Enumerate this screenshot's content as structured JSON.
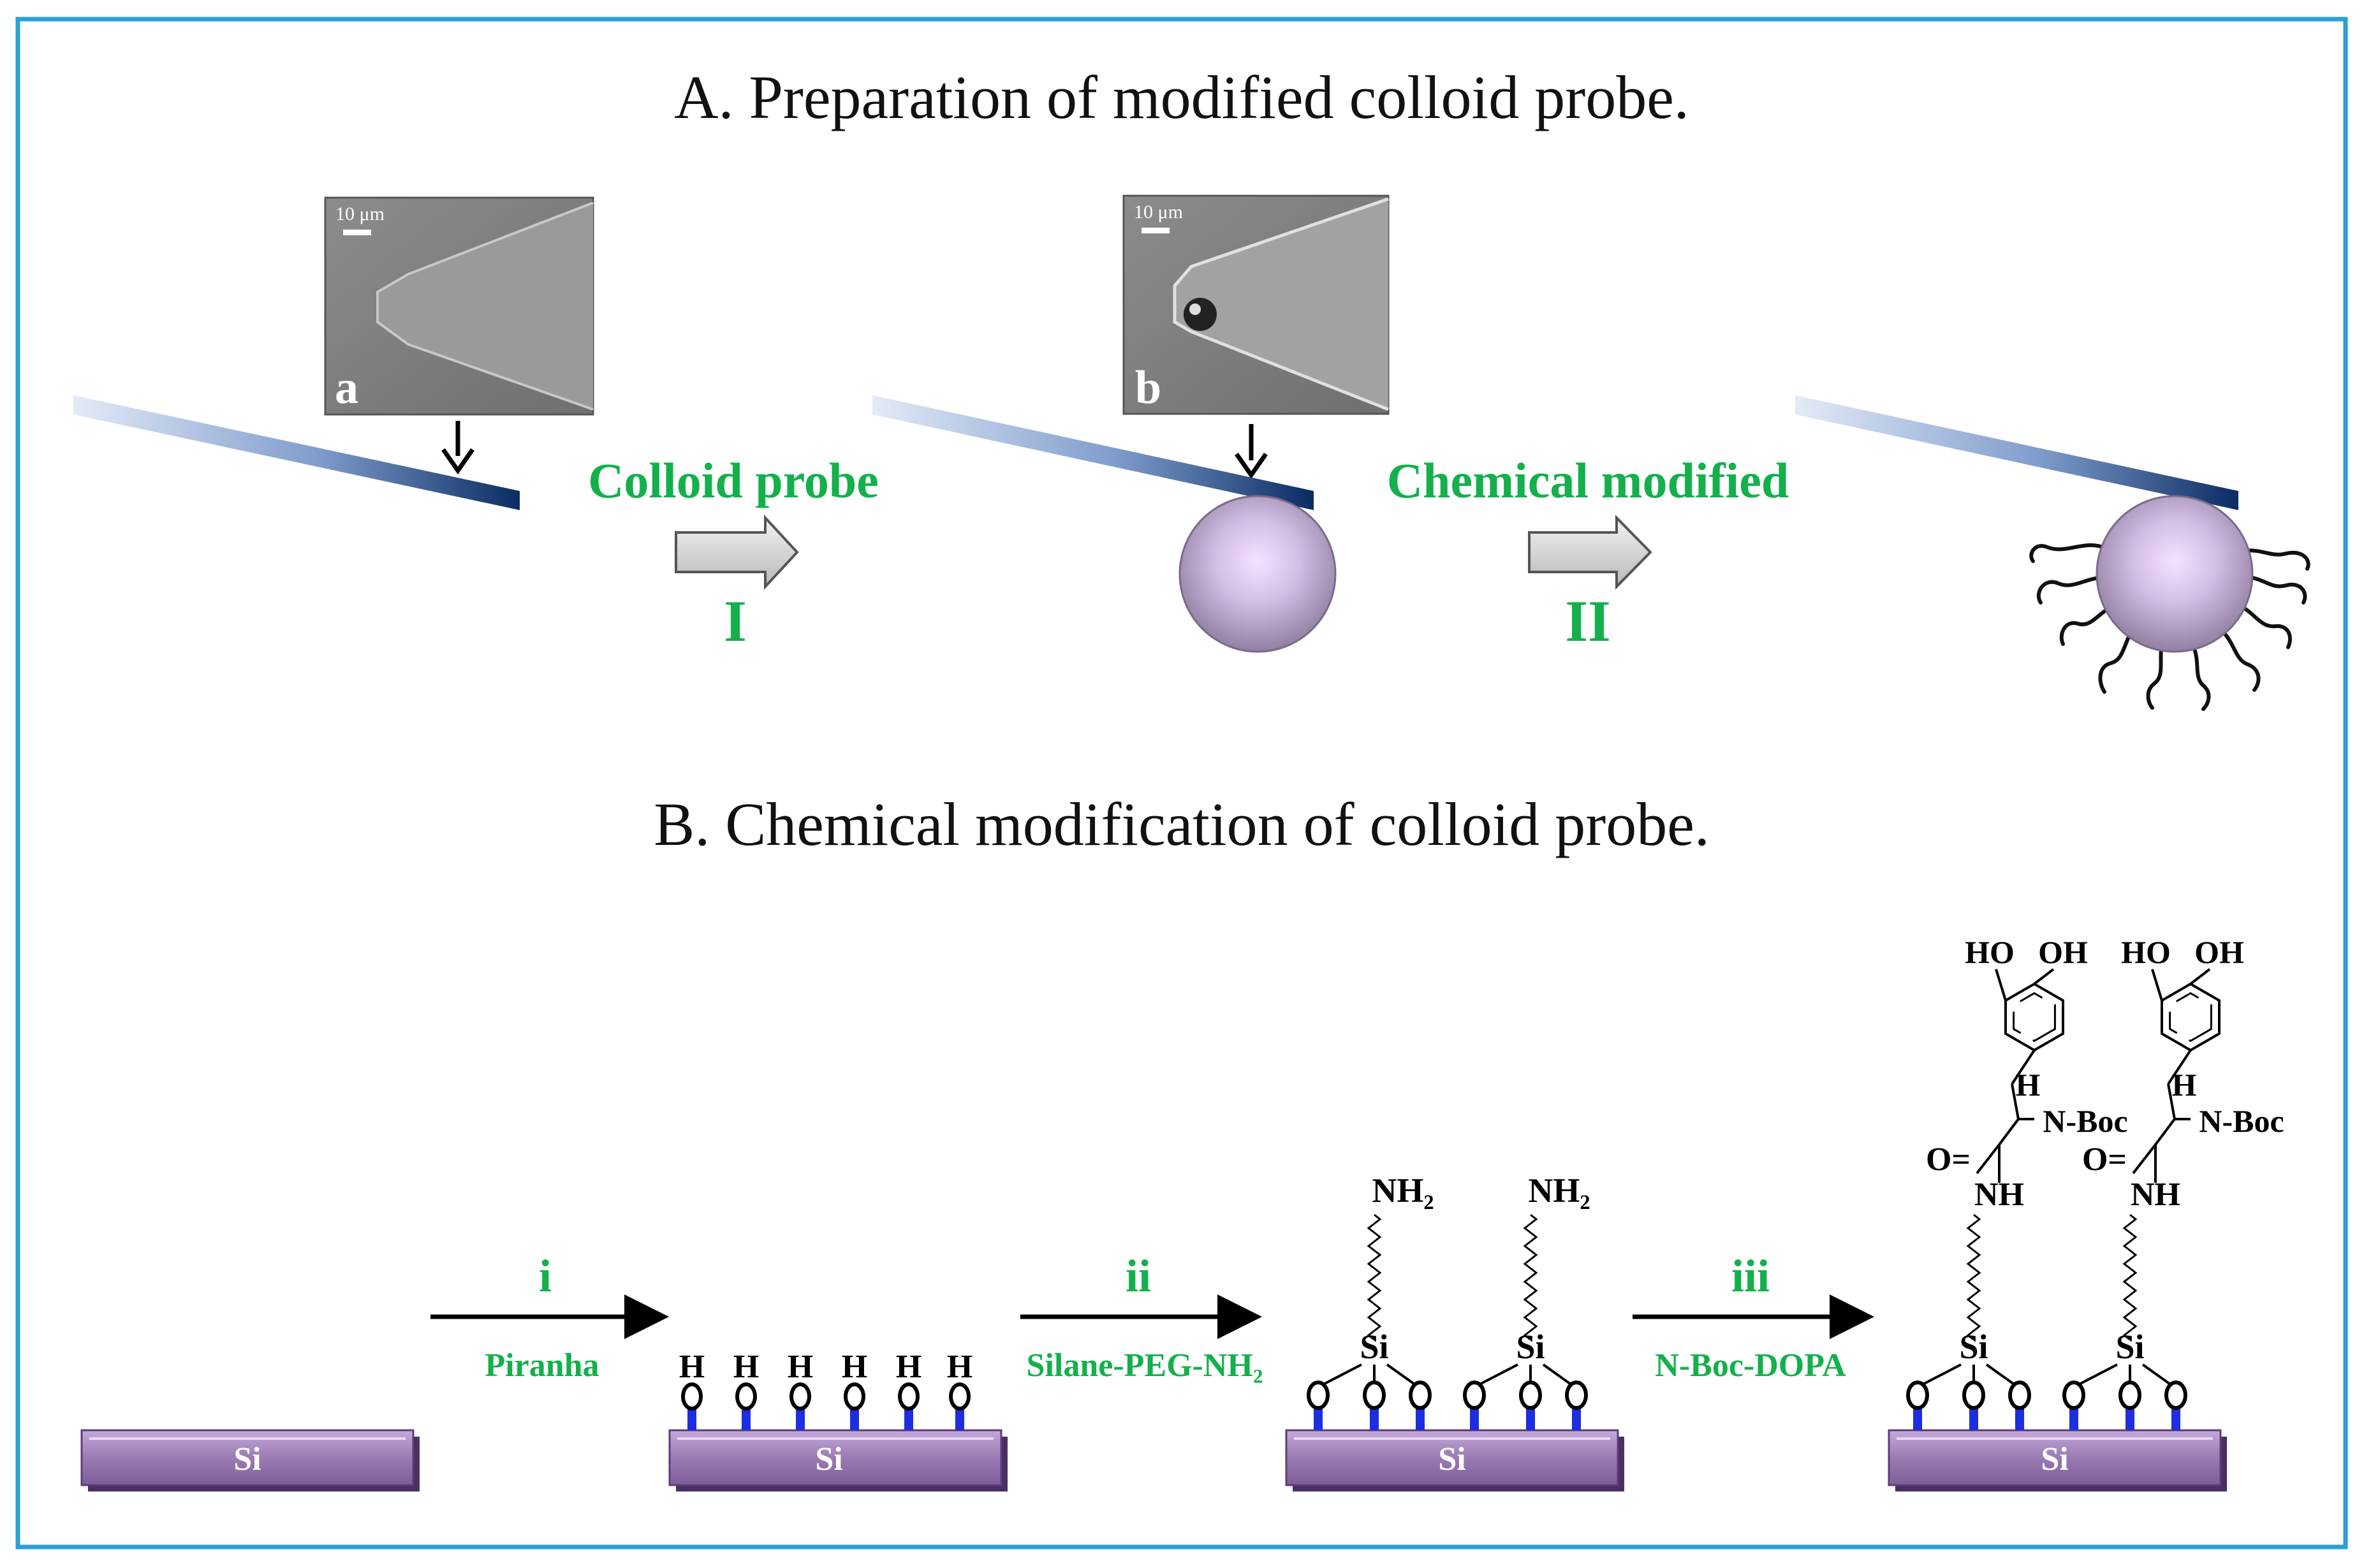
{
  "colors": {
    "border": "#2aa0d6",
    "accent_green": "#13b04b",
    "cantilever_dark": "#0b2c63",
    "cantilever_light": "#dfe8f6",
    "sphere": "#a99bb8",
    "sphere_highlight": "#f4dcff",
    "substrate": "#9a7bb4",
    "substrate_shadow": "#4a2f63",
    "linker_blue": "#1c2ee0"
  },
  "section_a": {
    "title": "A. Preparation of modified colloid probe.",
    "sem_a": {
      "scale_bar": "10 μm",
      "label": "a"
    },
    "sem_b": {
      "scale_bar": "10 μm",
      "label": "b"
    },
    "step_1": {
      "label": "Colloid probe",
      "numeral": "I"
    },
    "step_2": {
      "label": "Chemical modified",
      "numeral": "II"
    }
  },
  "section_b": {
    "title": "B. Chemical modification of colloid probe.",
    "substrate_label": "Si",
    "step_i": {
      "numeral": "i",
      "reagent": "Piranha"
    },
    "step_ii": {
      "numeral": "ii",
      "reagent": "Silane-PEG-NH₂"
    },
    "step_iii": {
      "numeral": "iii",
      "reagent": "N-Boc-DOPA"
    },
    "hydroxyl": {
      "h": "H",
      "o": "O"
    },
    "silane": {
      "si": "Si",
      "o": "O"
    },
    "amine": "NH₂",
    "dopa": {
      "oh_left": "HO",
      "oh_right": "OH",
      "h": "H",
      "n_boc": "N-Boc",
      "carbonyl": "O=",
      "nh": "NH"
    }
  }
}
